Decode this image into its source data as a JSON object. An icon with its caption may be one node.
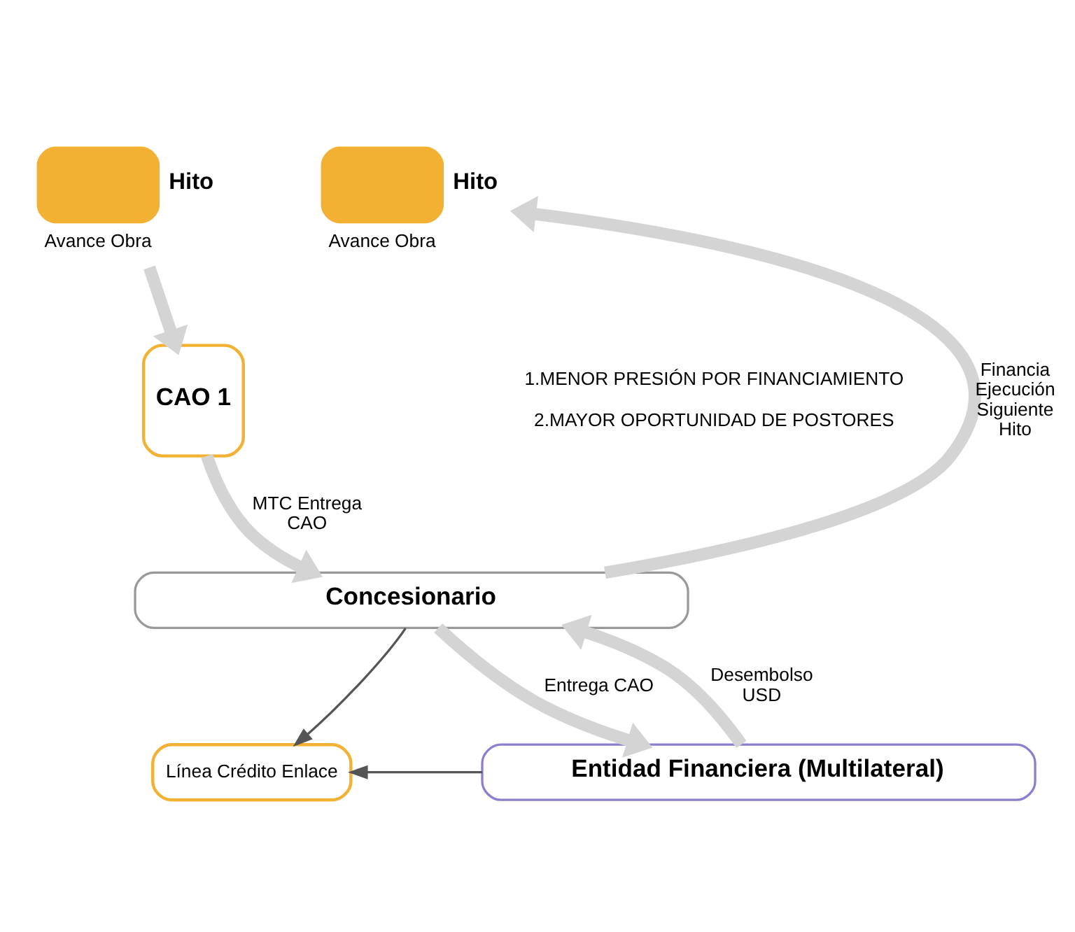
{
  "diagram": {
    "nodes": [
      {
        "text": [
          "Hito"
        ],
        "beside": [
          "Avance Obra"
        ]
      },
      {
        "text": [
          "Hito"
        ],
        "beside": [
          "Avance Obra"
        ]
      },
      {
        "text": [
          "CAO 1"
        ]
      },
      {
        "text": [
          "Concesionario"
        ]
      },
      {
        "text": [
          "Línea Crédito Enlace"
        ]
      },
      {
        "text": [
          "Entidad Financiera (Multilateral)"
        ]
      }
    ],
    "edges": [
      {
        "from": 0,
        "to": 2,
        "arrow": "to"
      },
      {
        "from": 2,
        "to": 3,
        "arrow": "to",
        "label": "MTC Entrega CAO"
      },
      {
        "from": 3,
        "to": 1,
        "arrow": "to",
        "label": "Financia Ejecución Siguiente Hito"
      },
      {
        "from": 3,
        "to": 4,
        "arrow": "to",
        "color": "#555555"
      },
      {
        "from": 5,
        "to": 4,
        "arrow": "to",
        "color": "#555555"
      },
      {
        "from": 3,
        "to": 5,
        "arrow": "to",
        "label": "Entrega CAO"
      },
      {
        "from": 5,
        "to": 3,
        "arrow": "to",
        "label": "Desembolso USD"
      }
    ],
    "labels": [
      "1.MENOR PRESIÓN POR FINANCIAMIENTO",
      "2.MAYOR OPORTUNIDAD DE POSTORES"
    ]
  }
}
